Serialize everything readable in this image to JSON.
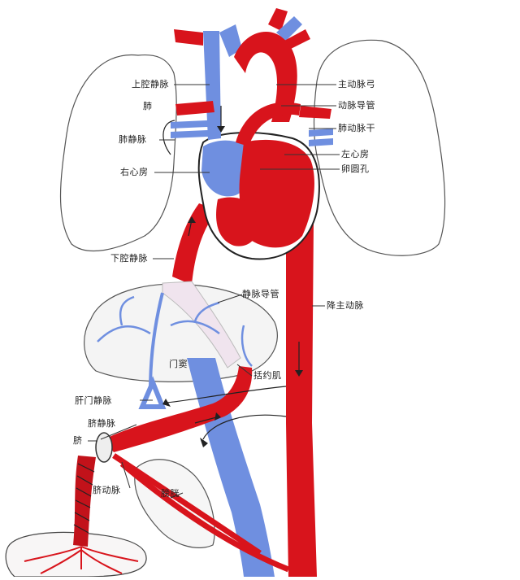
{
  "labels": {
    "svc": "上腔静脉",
    "lung": "肺",
    "pulm_vein": "肺静脉",
    "right_atrium": "右心房",
    "aortic_arch": "主动脉弓",
    "ductus_arteriosus": "动脉导管",
    "pulm_trunk": "肺动脉干",
    "left_atrium": "左心房",
    "foramen_ovale": "卵圆孔",
    "ivc": "下腔静脉",
    "ductus_venosus": "静脉导管",
    "desc_aorta": "降主动脉",
    "portal_sinus": "门窦",
    "sphincter": "括约肌",
    "portal_vein": "肝门静脉",
    "umbilical_vein": "脐静脉",
    "umbilicus": "脐",
    "umbilical_artery": "脐动脉",
    "bladder": "膀胱"
  },
  "colors": {
    "oxygenated": "#d8141c",
    "deoxygenated": "#6f8fe0",
    "outline": "#222222"
  }
}
